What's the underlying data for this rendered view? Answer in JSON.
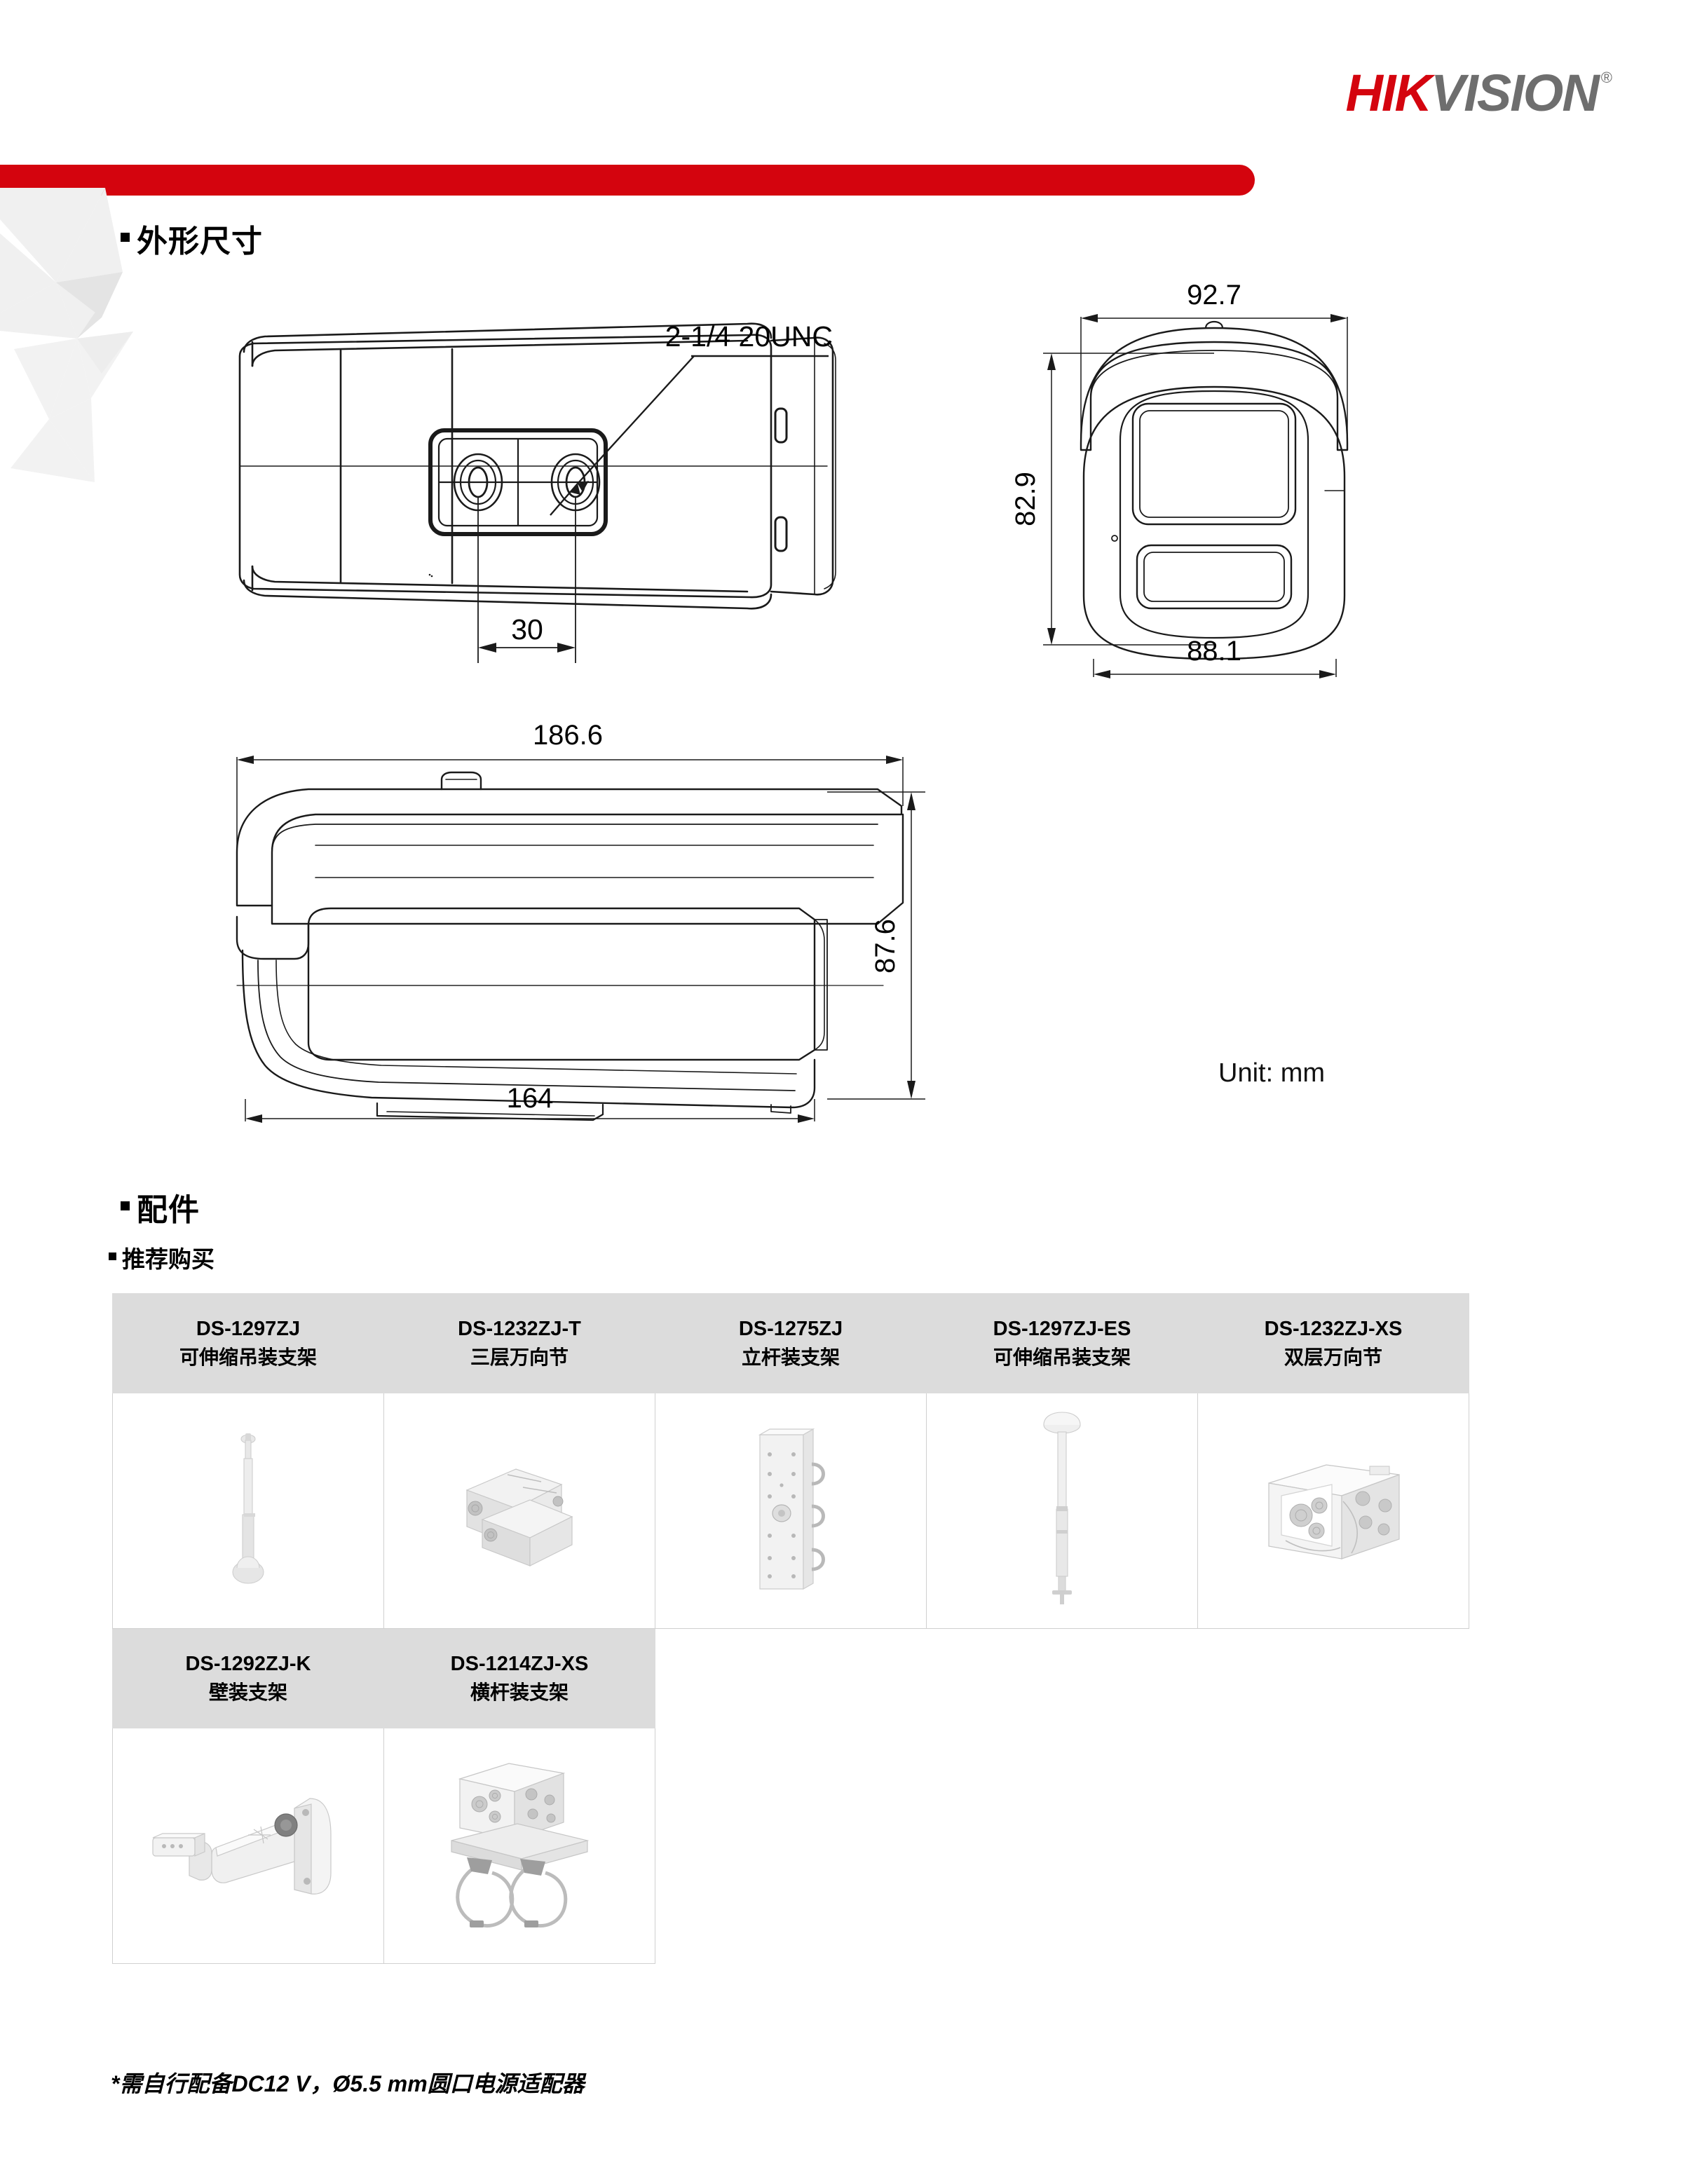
{
  "brand": {
    "logo_primary": "HIK",
    "logo_secondary": "VISION",
    "registered_mark": "®",
    "primary_color": "#D4040E",
    "secondary_color": "#6E6E6E"
  },
  "sections": {
    "dimensions_title": "外形尺寸",
    "accessories_title": "配件",
    "recommended_subtitle": "推荐购买"
  },
  "dimensions": {
    "unit_label": "Unit: mm",
    "top_view": {
      "thread_callout": "2-1/4 20UNC",
      "hole_spacing": "30"
    },
    "front_view": {
      "top_width": "92.7",
      "height": "82.9",
      "bottom_width": "88.1"
    },
    "side_view": {
      "overall_length": "186.6",
      "height": "87.6",
      "body_length": "164"
    }
  },
  "accessories": {
    "rows": [
      [
        {
          "model": "DS-1297ZJ",
          "desc": "可伸缩吊装支架",
          "icon": "telescopic-pendant-mount"
        },
        {
          "model": "DS-1232ZJ-T",
          "desc": "三层万向节",
          "icon": "triple-layer-junction"
        },
        {
          "model": "DS-1275ZJ",
          "desc": "立杆装支架",
          "icon": "vertical-pole-mount"
        },
        {
          "model": "DS-1297ZJ-ES",
          "desc": "可伸缩吊装支架",
          "icon": "telescopic-pendant-es"
        },
        {
          "model": "DS-1232ZJ-XS",
          "desc": "双层万向节",
          "icon": "double-layer-junction"
        }
      ],
      [
        {
          "model": "DS-1292ZJ-K",
          "desc": "壁装支架",
          "icon": "wall-mount-bracket"
        },
        {
          "model": "DS-1214ZJ-XS",
          "desc": "横杆装支架",
          "icon": "horizontal-bar-mount"
        }
      ]
    ]
  },
  "footnote": "*需自行配备DC12 V，Ø5.5 mm圆口电源适配器"
}
